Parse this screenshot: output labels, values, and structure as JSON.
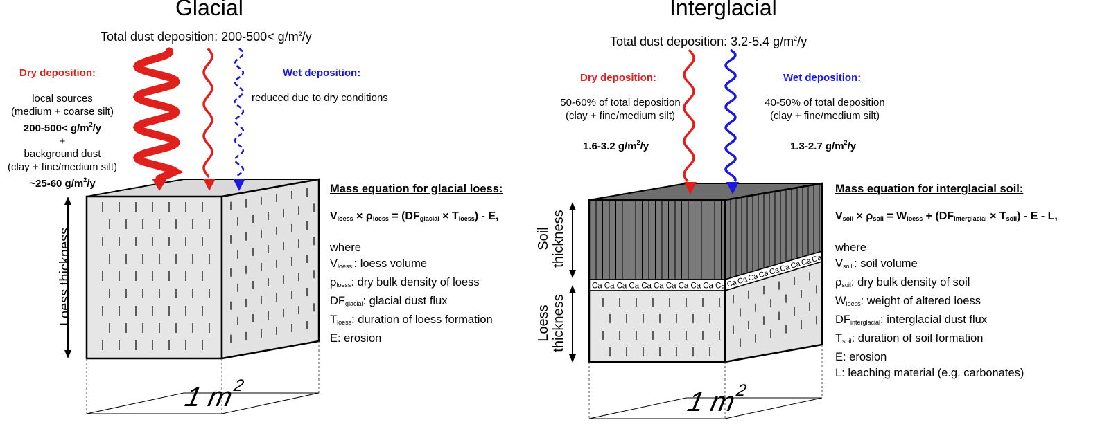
{
  "glacial": {
    "title": "Glacial",
    "total_label": "Total dust deposition: 200-500< g/m",
    "total_unit_tail": "/y",
    "dry": {
      "heading": "Dry deposition:",
      "line1": "local sources",
      "line2": "(medium + coarse silt)",
      "value1": "200-500< g/m",
      "value1_tail": "/y",
      "plus": "+",
      "line3": "background dust",
      "line4": "(clay + fine/medium silt)",
      "value2": "~25-60 g/m",
      "value2_tail": "/y"
    },
    "wet": {
      "heading": "Wet deposition:",
      "text": "reduced due to dry conditions"
    },
    "vertical_label": "Loess thickness",
    "area_label": "1 m",
    "area_sup": "2",
    "equation": {
      "heading": "Mass equation for glacial loess:",
      "V": "V",
      "V_sub": "loess",
      "times1": " × ",
      "rho": "ρ",
      "rho_sub": "loess",
      "eq": " = (DF",
      "DF_sub": "glacial",
      "times2": " × T",
      "T_sub": "loess",
      "tail": ") - E,"
    },
    "where": "where",
    "defs": [
      {
        "sym": "V",
        "sub": "loess:",
        "text": ": loess volume"
      },
      {
        "sym": "ρ",
        "sub": "loess",
        "text": ": dry bulk density of loess"
      },
      {
        "sym": "DF",
        "sub": "glacial",
        "text": ": glacial dust flux"
      },
      {
        "sym": "T",
        "sub": "loess",
        "text": ": duration of loess formation"
      },
      {
        "sym": "E",
        "sub": "",
        "text": ": erosion"
      }
    ]
  },
  "interglacial": {
    "title": "Interglacial",
    "total_label": "Total dust deposition: 3.2-5.4 g/m",
    "total_unit_tail": "/y",
    "dry": {
      "heading": "Dry deposition:",
      "line1": "50-60% of total deposition",
      "line2": "(clay + fine/medium silt)",
      "value": "1.6-3.2 g/m",
      "value_tail": "/y"
    },
    "wet": {
      "heading": "Wet deposition:",
      "line1": "40-50% of total deposition",
      "line2": "(clay + fine/medium silt)",
      "value": "1.3-2.7 g/m",
      "value_tail": "/y"
    },
    "soil_label_1": "Soil",
    "soil_label_2": "thickness",
    "loess_label_1": "Loess",
    "loess_label_2": "thickness",
    "ca_text": "Ca",
    "area_label": "1 m",
    "area_sup": "2",
    "equation": {
      "heading": "Mass equation for interglacial soil:",
      "V": "V",
      "V_sub": "soil",
      "times1": " × ",
      "rho": "ρ",
      "rho_sub": "soil",
      "eq": " = W",
      "W_sub": "loess",
      "plus": " + (DF",
      "DF_sub": "interglacial",
      "times2": " × T",
      "T_sub": "soil",
      "tail": ") - E - L,"
    },
    "where": "where",
    "defs": [
      {
        "sym": "V",
        "sub": "soil:",
        "text": ": soil volume"
      },
      {
        "sym": "ρ",
        "sub": "soil",
        "text": ": dry bulk density of soil"
      },
      {
        "sym": "W",
        "sub": "loess",
        "text": ": weight of altered loess"
      },
      {
        "sym": "DF",
        "sub": "interglacial",
        "text": ": interglacial dust flux"
      },
      {
        "sym": "T",
        "sub": "soil",
        "text": ": duration of soil formation"
      },
      {
        "sym": "E",
        "sub": "",
        "text": ": erosion"
      },
      {
        "sym": "L",
        "sub": "",
        "text": ": leaching material (e.g. carbonates)"
      }
    ]
  },
  "squared": "2",
  "colors": {
    "red": "#e0201c",
    "blue": "#1a1adc",
    "box_light": "#e4e4e4",
    "soil_dark": "#7a7a7a"
  }
}
